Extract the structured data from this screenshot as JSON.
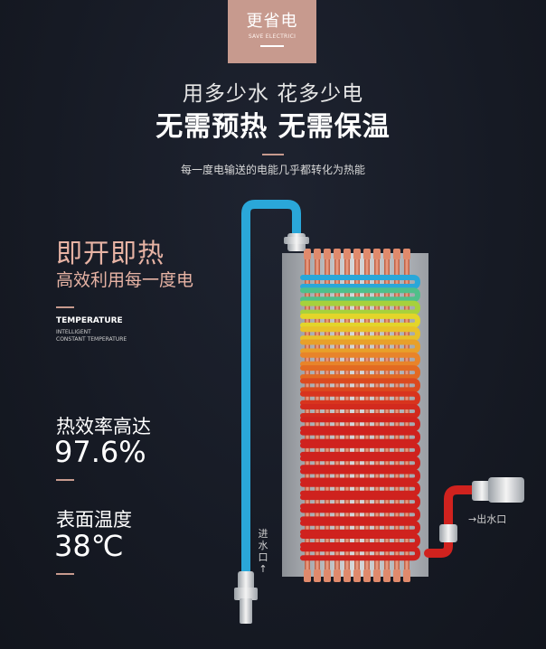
{
  "badge": {
    "title": "更省电",
    "subtitle": "SAVE ELECTRICI"
  },
  "headline": {
    "line1": "用多少水 花多少电",
    "line2": "无需预热 无需保温"
  },
  "subtitle": "每一度电输送的电能几乎都转化为热能",
  "left": {
    "title": "即开即热",
    "subtitle": "高效利用每一度电",
    "temp_title": "TEMPERATURE",
    "temp_line1": "INTELLIGENT",
    "temp_line2": "CONSTANT TEMPERATURE"
  },
  "stats": [
    {
      "label": "热效率高达",
      "value": "97.6%"
    },
    {
      "label": "表面温度",
      "value": "38℃"
    }
  ],
  "pipes": {
    "inlet": "进水口↑",
    "outlet": "→出水口"
  },
  "colors": {
    "background": "#171b25",
    "accent": "#c79a8e",
    "accent_text": "#e7b3a4",
    "cold_pipe": "#2aa7d9",
    "hot_pipe": "#d0221e"
  }
}
